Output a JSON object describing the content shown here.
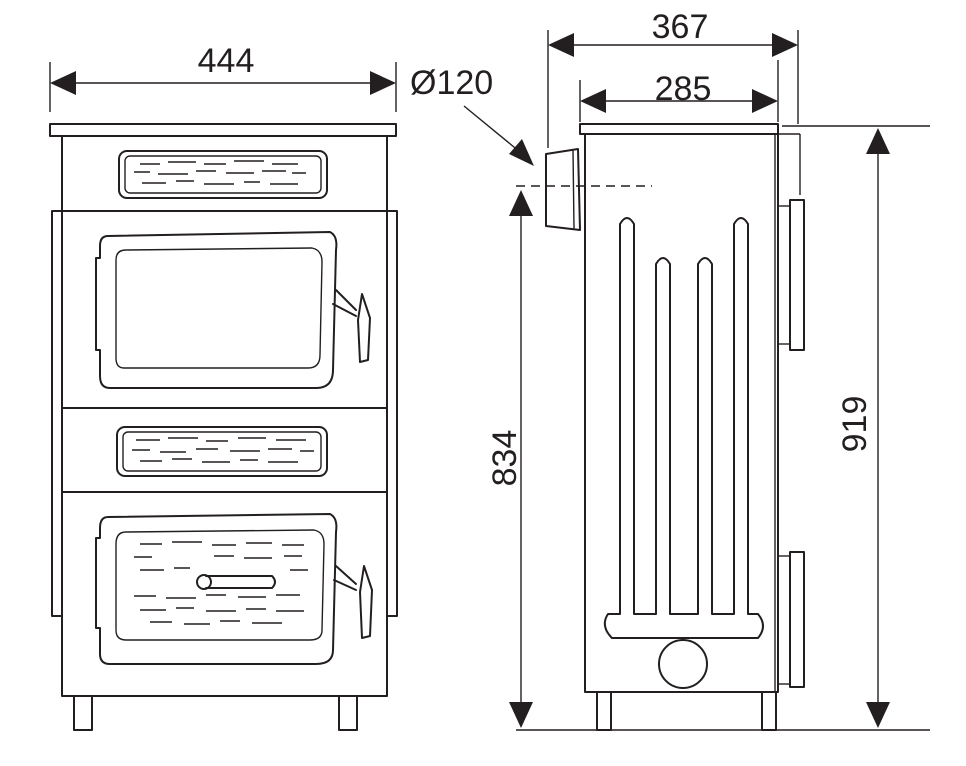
{
  "drawing": {
    "dimensions": {
      "front_width": "444",
      "flue_diameter": "Ø120",
      "side_depth_overall": "367",
      "side_depth_body": "285",
      "flue_height": "834",
      "total_height": "919"
    },
    "colors": {
      "line": "#231f20",
      "background": "#ffffff"
    }
  }
}
